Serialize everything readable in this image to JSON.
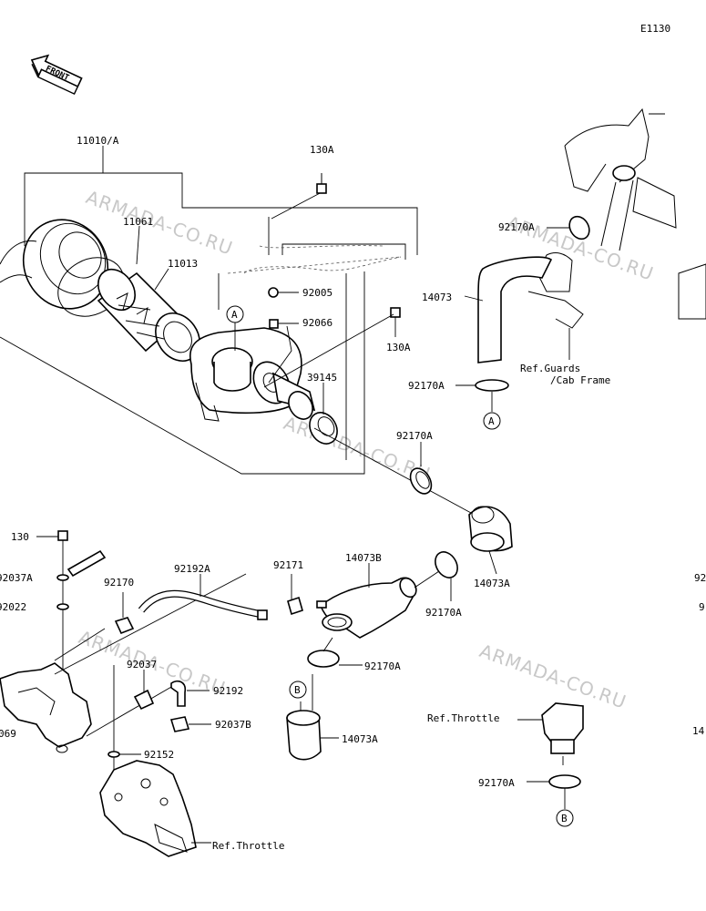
{
  "diagram_code": "E1130",
  "front_label": "FRONT",
  "watermark": "ARMADA-CO.RU",
  "parts": {
    "p11010A": "11010/A",
    "p11061": "11061",
    "p11013": "11013",
    "p130A_top": "130A",
    "p92005": "92005",
    "p92066": "92066",
    "p130A_mid": "130A",
    "p39145": "39145",
    "p92170A_1": "92170A",
    "p92170A_2": "92170A",
    "p92170A_3": "92170A",
    "p92170A_4": "92170A",
    "p92170A_5": "92170A",
    "p92170A_6": "92170A",
    "p14073": "14073",
    "p14073A_1": "14073A",
    "p14073A_2": "14073A",
    "p14073B": "14073B",
    "p130": "130",
    "p92037A": "92037A",
    "p92022": "92022",
    "p92170": "92170",
    "p92192A": "92192A",
    "p92171": "92171",
    "p92037": "92037",
    "p92192": "92192",
    "p92037B": "92037B",
    "p069": "069",
    "p92152": "92152",
    "p92_edge": "92",
    "p9_edge": "9",
    "p14_edge": "14"
  },
  "refs": {
    "guards": "Ref.Guards",
    "cab_frame": "/Cab Frame",
    "throttle_1": "Ref.Throttle",
    "throttle_2": "Ref.Throttle"
  },
  "callouts": {
    "a1": "A",
    "a2": "A",
    "b1": "B",
    "b2": "B"
  }
}
